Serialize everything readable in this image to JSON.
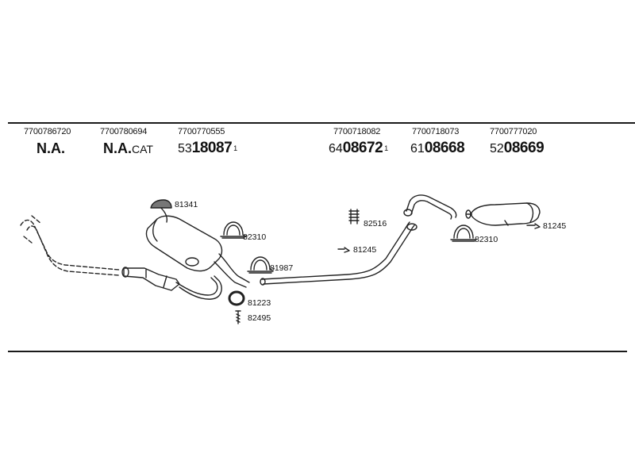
{
  "header_parts": [
    {
      "oe": "7700786720",
      "code": "N.A.",
      "suffix": ""
    },
    {
      "oe": "7700780694",
      "code": "N.A.",
      "suffix": "CAT"
    },
    {
      "oe": "7700770555",
      "prefix": "53",
      "code": "18087",
      "sup": "1"
    },
    {
      "oe": "7700718082",
      "prefix": "64",
      "code": "08672",
      "sup": "1"
    },
    {
      "oe": "7700718073",
      "prefix": "61",
      "code": "08668",
      "sup": ""
    },
    {
      "oe": "7700777020",
      "prefix": "52",
      "code": "08669",
      "sup": ""
    }
  ],
  "callouts": {
    "c81341": "81341",
    "c82310a": "82310",
    "c81987": "81987",
    "c81223": "81223",
    "c82495": "82495",
    "c82516": "82516",
    "c81245a": "81245",
    "c82310b": "82310",
    "c81245b": "81245"
  }
}
